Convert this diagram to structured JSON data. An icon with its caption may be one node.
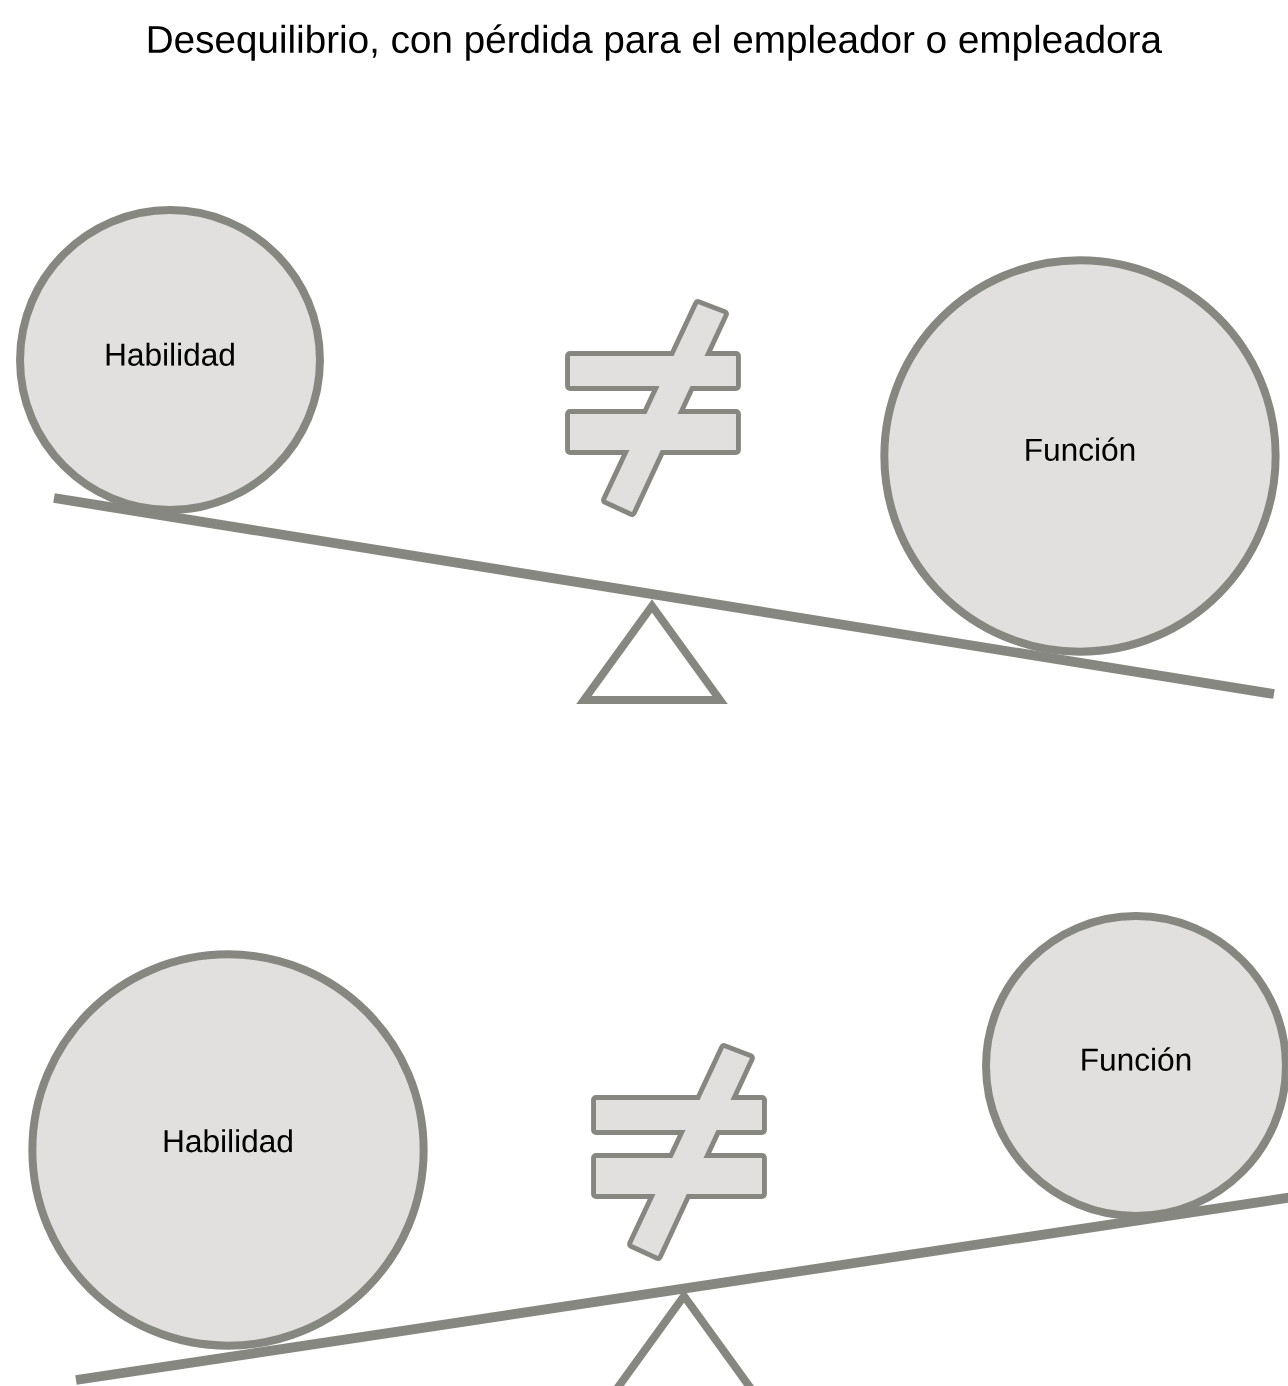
{
  "diagram": {
    "title": "Desequilibrio, con pérdida para el empleador o empleadora",
    "nodes": [
      {
        "text": [
          "Habilidad"
        ]
      },
      {
        "text": [
          "Función"
        ]
      },
      {
        "text": [
          "Habilidad"
        ]
      },
      {
        "text": [
          "Función"
        ]
      }
    ]
  }
}
